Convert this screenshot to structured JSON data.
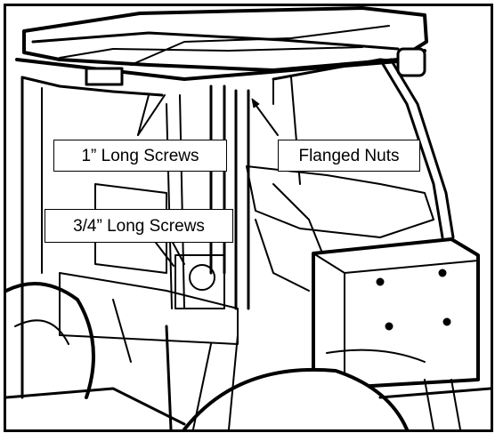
{
  "diagram": {
    "callouts": {
      "long_screws_1in": "1” Long Screws",
      "flanged_nuts": "Flanged Nuts",
      "long_screws_34in": "3/4” Long Screws"
    },
    "colors": {
      "line": "#000000",
      "background": "#ffffff"
    }
  }
}
